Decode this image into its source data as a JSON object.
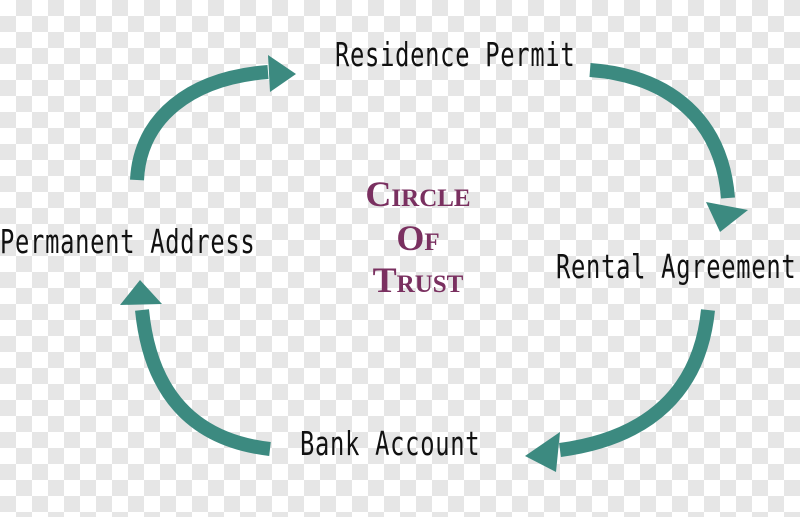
{
  "colors": {
    "arrow": "#3c8a80",
    "label": "#111111",
    "center": "#7a3060"
  },
  "nodes": {
    "top": "Residence Permit",
    "right": "Rental Agreement",
    "bottom": "Bank Account",
    "left": "Permanent Address"
  },
  "center": {
    "line1": "Circle",
    "line2": "Of",
    "line3": "Trust"
  }
}
